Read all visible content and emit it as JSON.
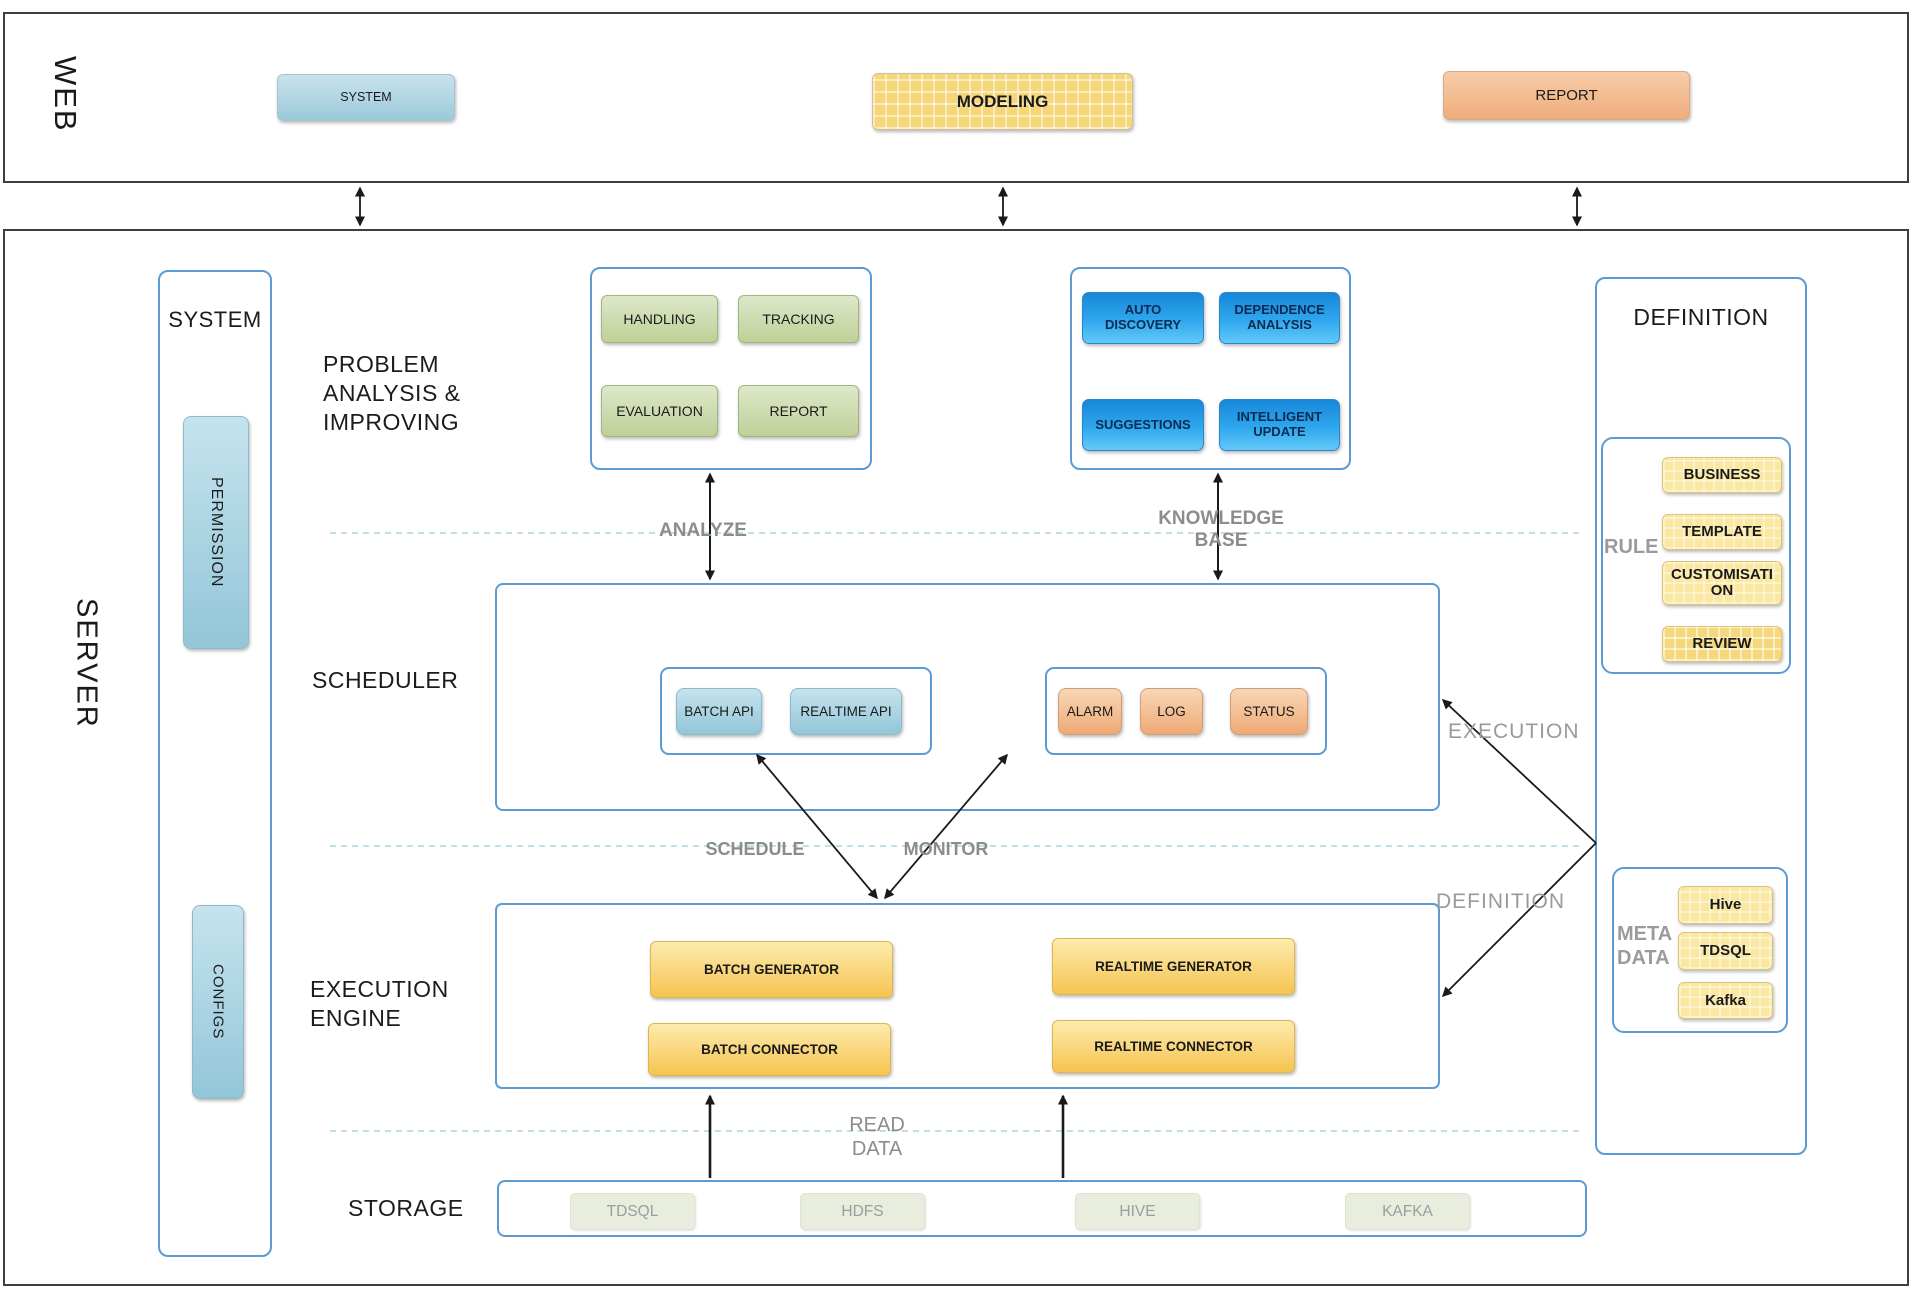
{
  "web": {
    "label": "WEB",
    "system": "SYSTEM",
    "modeling": "MODELING",
    "report": "REPORT"
  },
  "server": {
    "label": "SERVER",
    "system_panel": {
      "title": "SYSTEM",
      "permission": "PERMISSION",
      "configs": "CONFIGS"
    },
    "problem_analysis": {
      "title": "PROBLEM ANALYSIS & IMPROVING",
      "handling": "HANDLING",
      "tracking": "TRACKING",
      "evaluation": "EVALUATION",
      "report": "REPORT"
    },
    "knowledge": {
      "auto_discovery": "AUTO DISCOVERY",
      "dependence_analysis": "DEPENDENCE ANALYSIS",
      "suggestions": "SUGGESTIONS",
      "intelligent_update": "INTELLIGENT UPDATE"
    },
    "scheduler": {
      "title": "SCHEDULER",
      "batch_api": "BATCH API",
      "realtime_api": "REALTIME API",
      "alarm": "ALARM",
      "log": "LOG",
      "status": "STATUS"
    },
    "execution_engine": {
      "title": "EXECUTION ENGINE",
      "batch_generator": "BATCH GENERATOR",
      "realtime_generator": "REALTIME GENERATOR",
      "batch_connector": "BATCH CONNECTOR",
      "realtime_connector": "REALTIME CONNECTOR"
    },
    "storage": {
      "title": "STORAGE",
      "items": [
        "TDSQL",
        "HDFS",
        "HIVE",
        "KAFKA"
      ]
    },
    "definition_panel": {
      "title": "DEFINITION",
      "rule_label": "RULE",
      "rule_items": [
        "BUSINESS",
        "TEMPLATE",
        "CUSTOMISATION",
        "REVIEW"
      ],
      "metadata_label": "META DATA",
      "metadata_items": [
        "Hive",
        "TDSQL",
        "Kafka"
      ]
    },
    "flow_labels": {
      "analyze": "ANALYZE",
      "knowledge_base": "KNOWLEDGE BASE",
      "schedule": "SCHEDULE",
      "monitor": "MONITOR",
      "execution": "EXECUTION",
      "definition": "DEFINITION",
      "read_data": "READ DATA"
    }
  },
  "colors": {
    "container_border": "#5b9bd5",
    "band_border": "#3f3f3f",
    "dashed_line": "#a8d7e0",
    "arrow": "#1a1a1a",
    "web_system_blue": "#aed4e4",
    "modeling_yellow": "#f5d678",
    "report_orange": "#f2b886",
    "green_box": "#cdddb0",
    "knowledge_blue": "#2da2ec",
    "api_blue": "#a4d0e0",
    "alarm_orange": "#f4c093",
    "engine_yellow": "#f9d97e",
    "rule_yellow": "#fae8a2",
    "storage_box": "#e9edde",
    "label_gray": "#8c8c8c"
  }
}
